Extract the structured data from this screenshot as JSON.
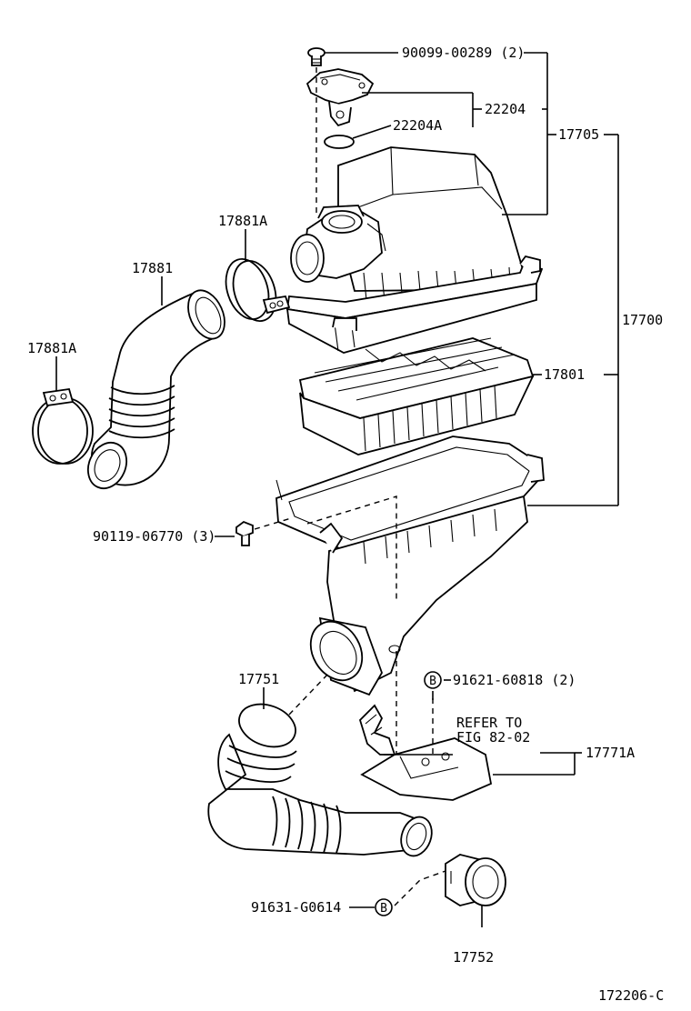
{
  "diagram_id": "172206-C",
  "labels": {
    "screw_top": "90099-00289 (2)",
    "sensor": "22204",
    "sensor_gasket": "22204A",
    "cap_assy": "17705",
    "clamp_upper": "17881A",
    "hose_upper": "17881",
    "clamp_left": "17881A",
    "cleaner_assy": "17700",
    "element": "17801",
    "bolt_case": "90119-06770 (3)",
    "hose_lower": "17751",
    "bolt_bracket": "91621-60818 (2)",
    "refer_line1": "REFER TO",
    "refer_line2": "FIG 82-02",
    "bracket": "17771A",
    "bolt_grommet": "91631-G0614",
    "grommet": "17752"
  },
  "markers": {
    "b_upper": "B",
    "b_lower": "B"
  }
}
